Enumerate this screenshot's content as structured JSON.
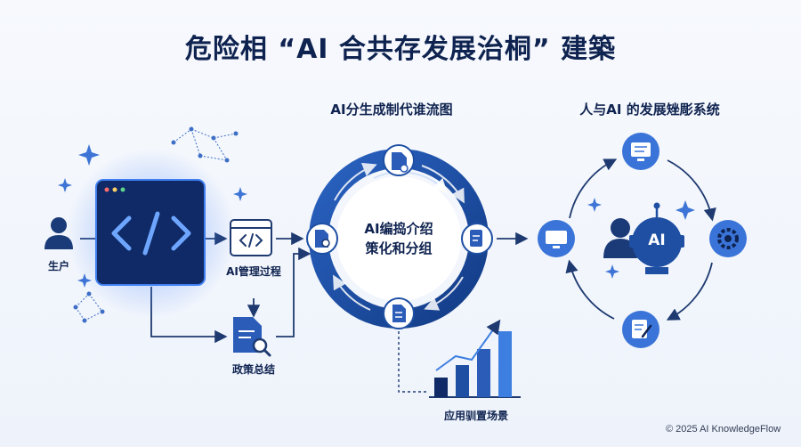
{
  "title": "危险相 “AI 合共存发展治桐” 建築",
  "sections": {
    "left_flow_title": "AI分生成制代谁流图",
    "right_system_title": "人与AI 的发展矬彫系统"
  },
  "left": {
    "user_label": "生户",
    "code_step_label": "AI管理过程",
    "doc_step_label": "政策总结"
  },
  "center": {
    "hub_text_line1": "AI编捣介绍",
    "hub_text_line2": "策化和分组",
    "chart_label": "应用驯置场景"
  },
  "right": {
    "hub_badge": "AI"
  },
  "footer": "© 2025 AI KnowledgeFlow",
  "colors": {
    "navy": "#0f2350",
    "primary": "#1e4fa3",
    "accent": "#3d7fe0",
    "light": "#cfe0fa",
    "glow": "#4c86ff"
  },
  "icons": [
    "person-icon",
    "code-window-icon",
    "code-icon",
    "document-search-icon",
    "document-add-icon",
    "clipboard-edit-icon",
    "document-icon",
    "monitor-icon",
    "checklist-icon",
    "gear-icon",
    "edit-note-icon",
    "robot-head-icon",
    "network-icon",
    "sparkle-icon",
    "bar-chart-icon"
  ]
}
